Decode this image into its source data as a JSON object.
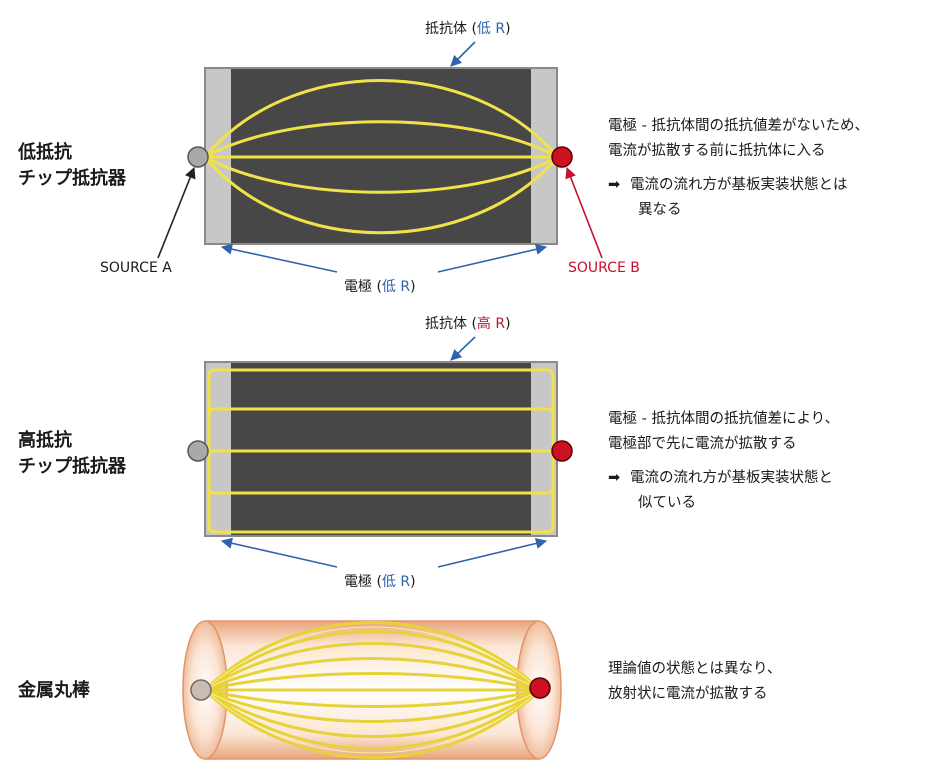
{
  "colors": {
    "dark_body": "#474747",
    "electrode": "#c7c7c7",
    "frame": "#8a8a8a",
    "current_line": "#f2e24a",
    "blue": "#2f63b0",
    "red": "#c8102e",
    "source_a": "#a9a9a9",
    "source_b": "#cc1122",
    "rod_body": "#f4c7a8",
    "rod_edge": "#e0956a"
  },
  "section1": {
    "title_line1": "低抵抗",
    "title_line2": "チップ抵抗器",
    "body_label_prefix": "抵抗体 (",
    "body_label_value": "低 R",
    "body_label_suffix": ")",
    "electrode_label_prefix": "電極 (",
    "electrode_label_value": "低 R",
    "electrode_label_suffix": ")",
    "source_a": "SOURCE A",
    "source_b": "SOURCE B",
    "desc_line1": "電極 - 抵抗体間の抵抗値差がないため、",
    "desc_line2": "電流が拡散する前に抵抗体に入る",
    "arrow": "➡",
    "result_line1": "電流の流れ方が基板実装状態とは",
    "result_line2": "異なる"
  },
  "section2": {
    "title_line1": "高抵抗",
    "title_line2": "チップ抵抗器",
    "body_label_prefix": "抵抗体 (",
    "body_label_value": "高 R",
    "body_label_suffix": ")",
    "electrode_label_prefix": "電極 (",
    "electrode_label_value": "低 R",
    "electrode_label_suffix": ")",
    "desc_line1": "電極 - 抵抗体間の抵抗値差により、",
    "desc_line2": "電極部で先に電流が拡散する",
    "arrow": "➡",
    "result_line1": "電流の流れ方が基板実装状態と",
    "result_line2": "似ている"
  },
  "section3": {
    "title": "金属丸棒",
    "desc_line1": "理論値の状態とは異なり、",
    "desc_line2": "放射状に電流が拡散する"
  }
}
